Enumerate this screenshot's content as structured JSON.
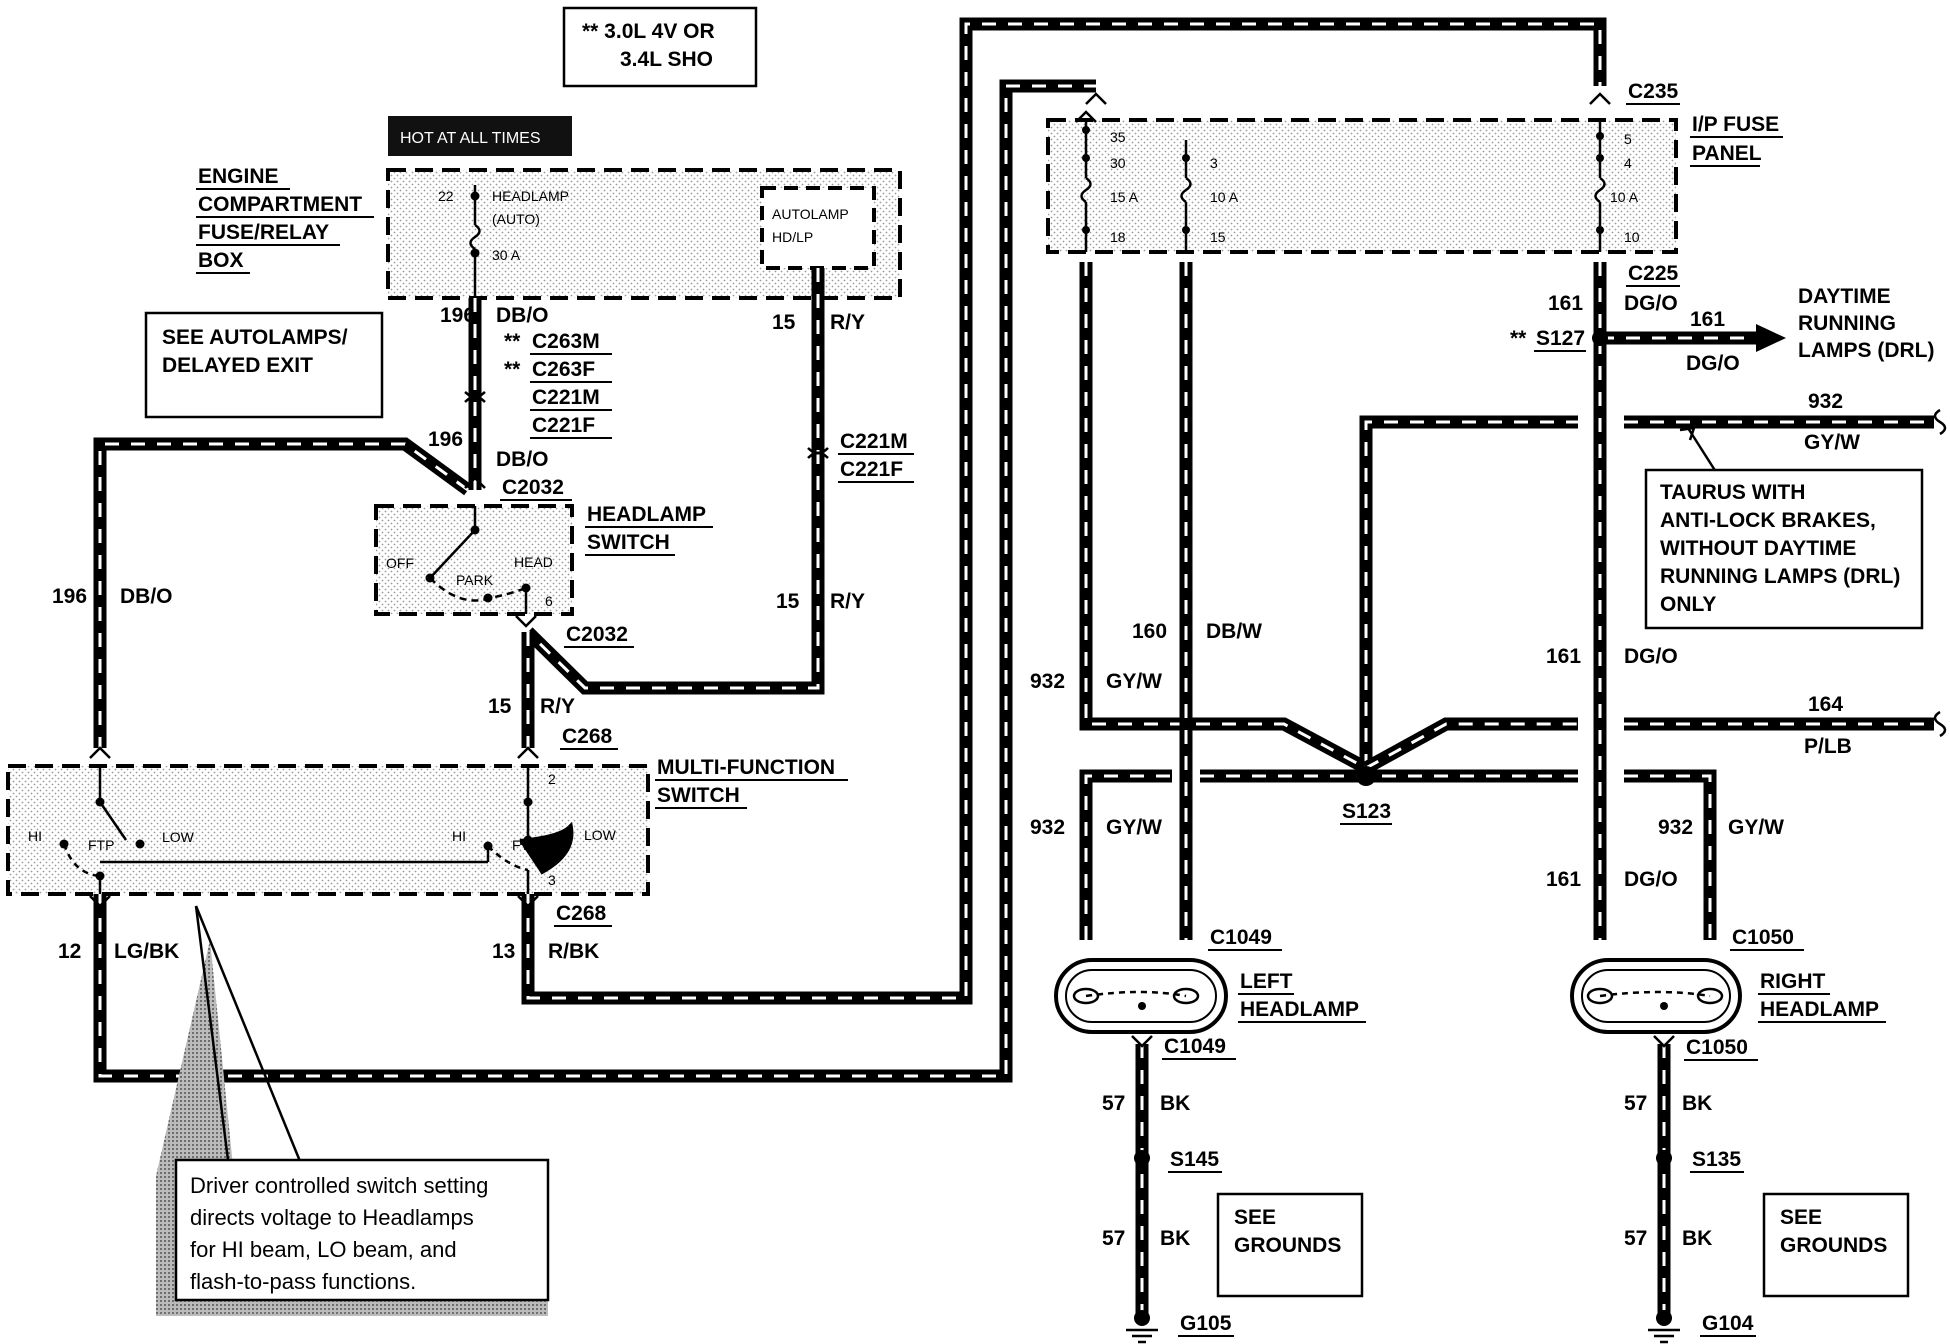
{
  "notes": {
    "engine_note_1": "**  3.0L 4V OR",
    "engine_note_2": "3.4L SHO",
    "hot_at_all_times": "HOT AT ALL TIMES",
    "see_autolamps_1": "SEE AUTOLAMPS/",
    "see_autolamps_2": "DELAYED EXIT",
    "taurus_1": "TAURUS  WITH",
    "taurus_2": "ANTI-LOCK BRAKES,",
    "taurus_3": "WITHOUT DAYTIME",
    "taurus_4": "RUNNING LAMPS (DRL)",
    "taurus_5": "ONLY",
    "callout_1": "Driver controlled switch setting",
    "callout_2": "directs voltage to Headlamps",
    "callout_3": "for HI beam, LO beam, and",
    "callout_4": "flash-to-pass functions.",
    "see_grounds_l_1": "SEE",
    "see_grounds_l_2": "GROUNDS",
    "see_grounds_r_1": "SEE",
    "see_grounds_r_2": "GROUNDS"
  },
  "components": {
    "ecfrb_1": "ENGINE",
    "ecfrb_2": "COMPARTMENT",
    "ecfrb_3": "FUSE/RELAY",
    "ecfrb_4": "BOX",
    "fuse22_num": "22",
    "fuse22_name_1": "HEADLAMP",
    "fuse22_name_2": "(AUTO)",
    "fuse22_amp": "30 A",
    "autolamp_1": "AUTOLAMP",
    "autolamp_2": "HD/LP",
    "headlamp_switch_1": "HEADLAMP",
    "headlamp_switch_2": "SWITCH",
    "hs_off": "OFF",
    "hs_park": "PARK",
    "hs_head": "HEAD",
    "hs_pin": "6",
    "mfs_1": "MULTI-FUNCTION",
    "mfs_2": "SWITCH",
    "mfs_hi_l": "HI",
    "mfs_ftp_l": "FTP",
    "mfs_low_l": "LOW",
    "mfs_hi_r": "HI",
    "mfs_ftp_r": "FTP",
    "mfs_low_r": "LOW",
    "mfs_pin2": "2",
    "mfs_pin3": "3",
    "ipfuse_1": "I/P FUSE",
    "ipfuse_2": "PANEL",
    "f1_top": "35",
    "f1_num": "30",
    "f1_amp": "15 A",
    "f1_bot": "18",
    "f2_num": "3",
    "f2_amp": "10 A",
    "f2_bot": "15",
    "f3_top": "5",
    "f3_num": "4",
    "f3_amp": "10 A",
    "f3_bot": "10",
    "left_headlamp_1": "LEFT",
    "left_headlamp_2": "HEADLAMP",
    "right_headlamp_1": "RIGHT",
    "right_headlamp_2": "HEADLAMP",
    "drl_1": "DAYTIME",
    "drl_2": "RUNNING",
    "drl_3": "LAMPS (DRL)"
  },
  "connectors": {
    "c263m": "C263M",
    "c263f": "C263F",
    "c221m_a": "C221M",
    "c221f_a": "C221F",
    "c221m_b": "C221M",
    "c221f_b": "C221F",
    "c2032_top": "C2032",
    "c2032_bot": "C2032",
    "c268_top": "C268",
    "c268_bot": "C268",
    "c235": "C235",
    "c225": "C225",
    "s127": "S127",
    "s123": "S123",
    "c1049_top": "C1049",
    "c1049_bot": "C1049",
    "c1050_top": "C1050",
    "c1050_bot": "C1050",
    "s145": "S145",
    "s135": "S135",
    "g105": "G105",
    "g104": "G104",
    "star2": "**",
    "star3": "**",
    "star4": "**"
  },
  "wires": {
    "w196_a_num": "196",
    "w196_a_col": "DB/O",
    "w196_b_num": "196",
    "w196_b_col": "DB/O",
    "w196_c_num": "196",
    "w196_c_col": "DB/O",
    "w15_a_num": "15",
    "w15_a_col": "R/Y",
    "w15_b_num": "15",
    "w15_b_col": "R/Y",
    "w15_c_num": "15",
    "w15_c_col": "R/Y",
    "w12_num": "12",
    "w12_col": "LG/BK",
    "w13_num": "13",
    "w13_col": "R/BK",
    "w161_a_num": "161",
    "w161_a_col": "DG/O",
    "w161_drl_num": "161",
    "w161_drl_col": "DG/O",
    "w161_b_num": "161",
    "w161_b_col": "DG/O",
    "w161_c_num": "161",
    "w161_c_col": "DG/O",
    "w932_top_num": "932",
    "w932_top_col": "GY/W",
    "w932_a_num": "932",
    "w932_a_col": "GY/W",
    "w932_b_num": "932",
    "w932_b_col": "GY/W",
    "w932_c_num": "932",
    "w932_c_col": "GY/W",
    "w160_num": "160",
    "w160_col": "DB/W",
    "w164_num": "164",
    "w164_col": "P/LB",
    "w57_a_num": "57",
    "w57_a_col": "BK",
    "w57_b_num": "57",
    "w57_b_col": "BK",
    "w57_c_num": "57",
    "w57_c_col": "BK",
    "w57_d_num": "57",
    "w57_d_col": "BK"
  }
}
